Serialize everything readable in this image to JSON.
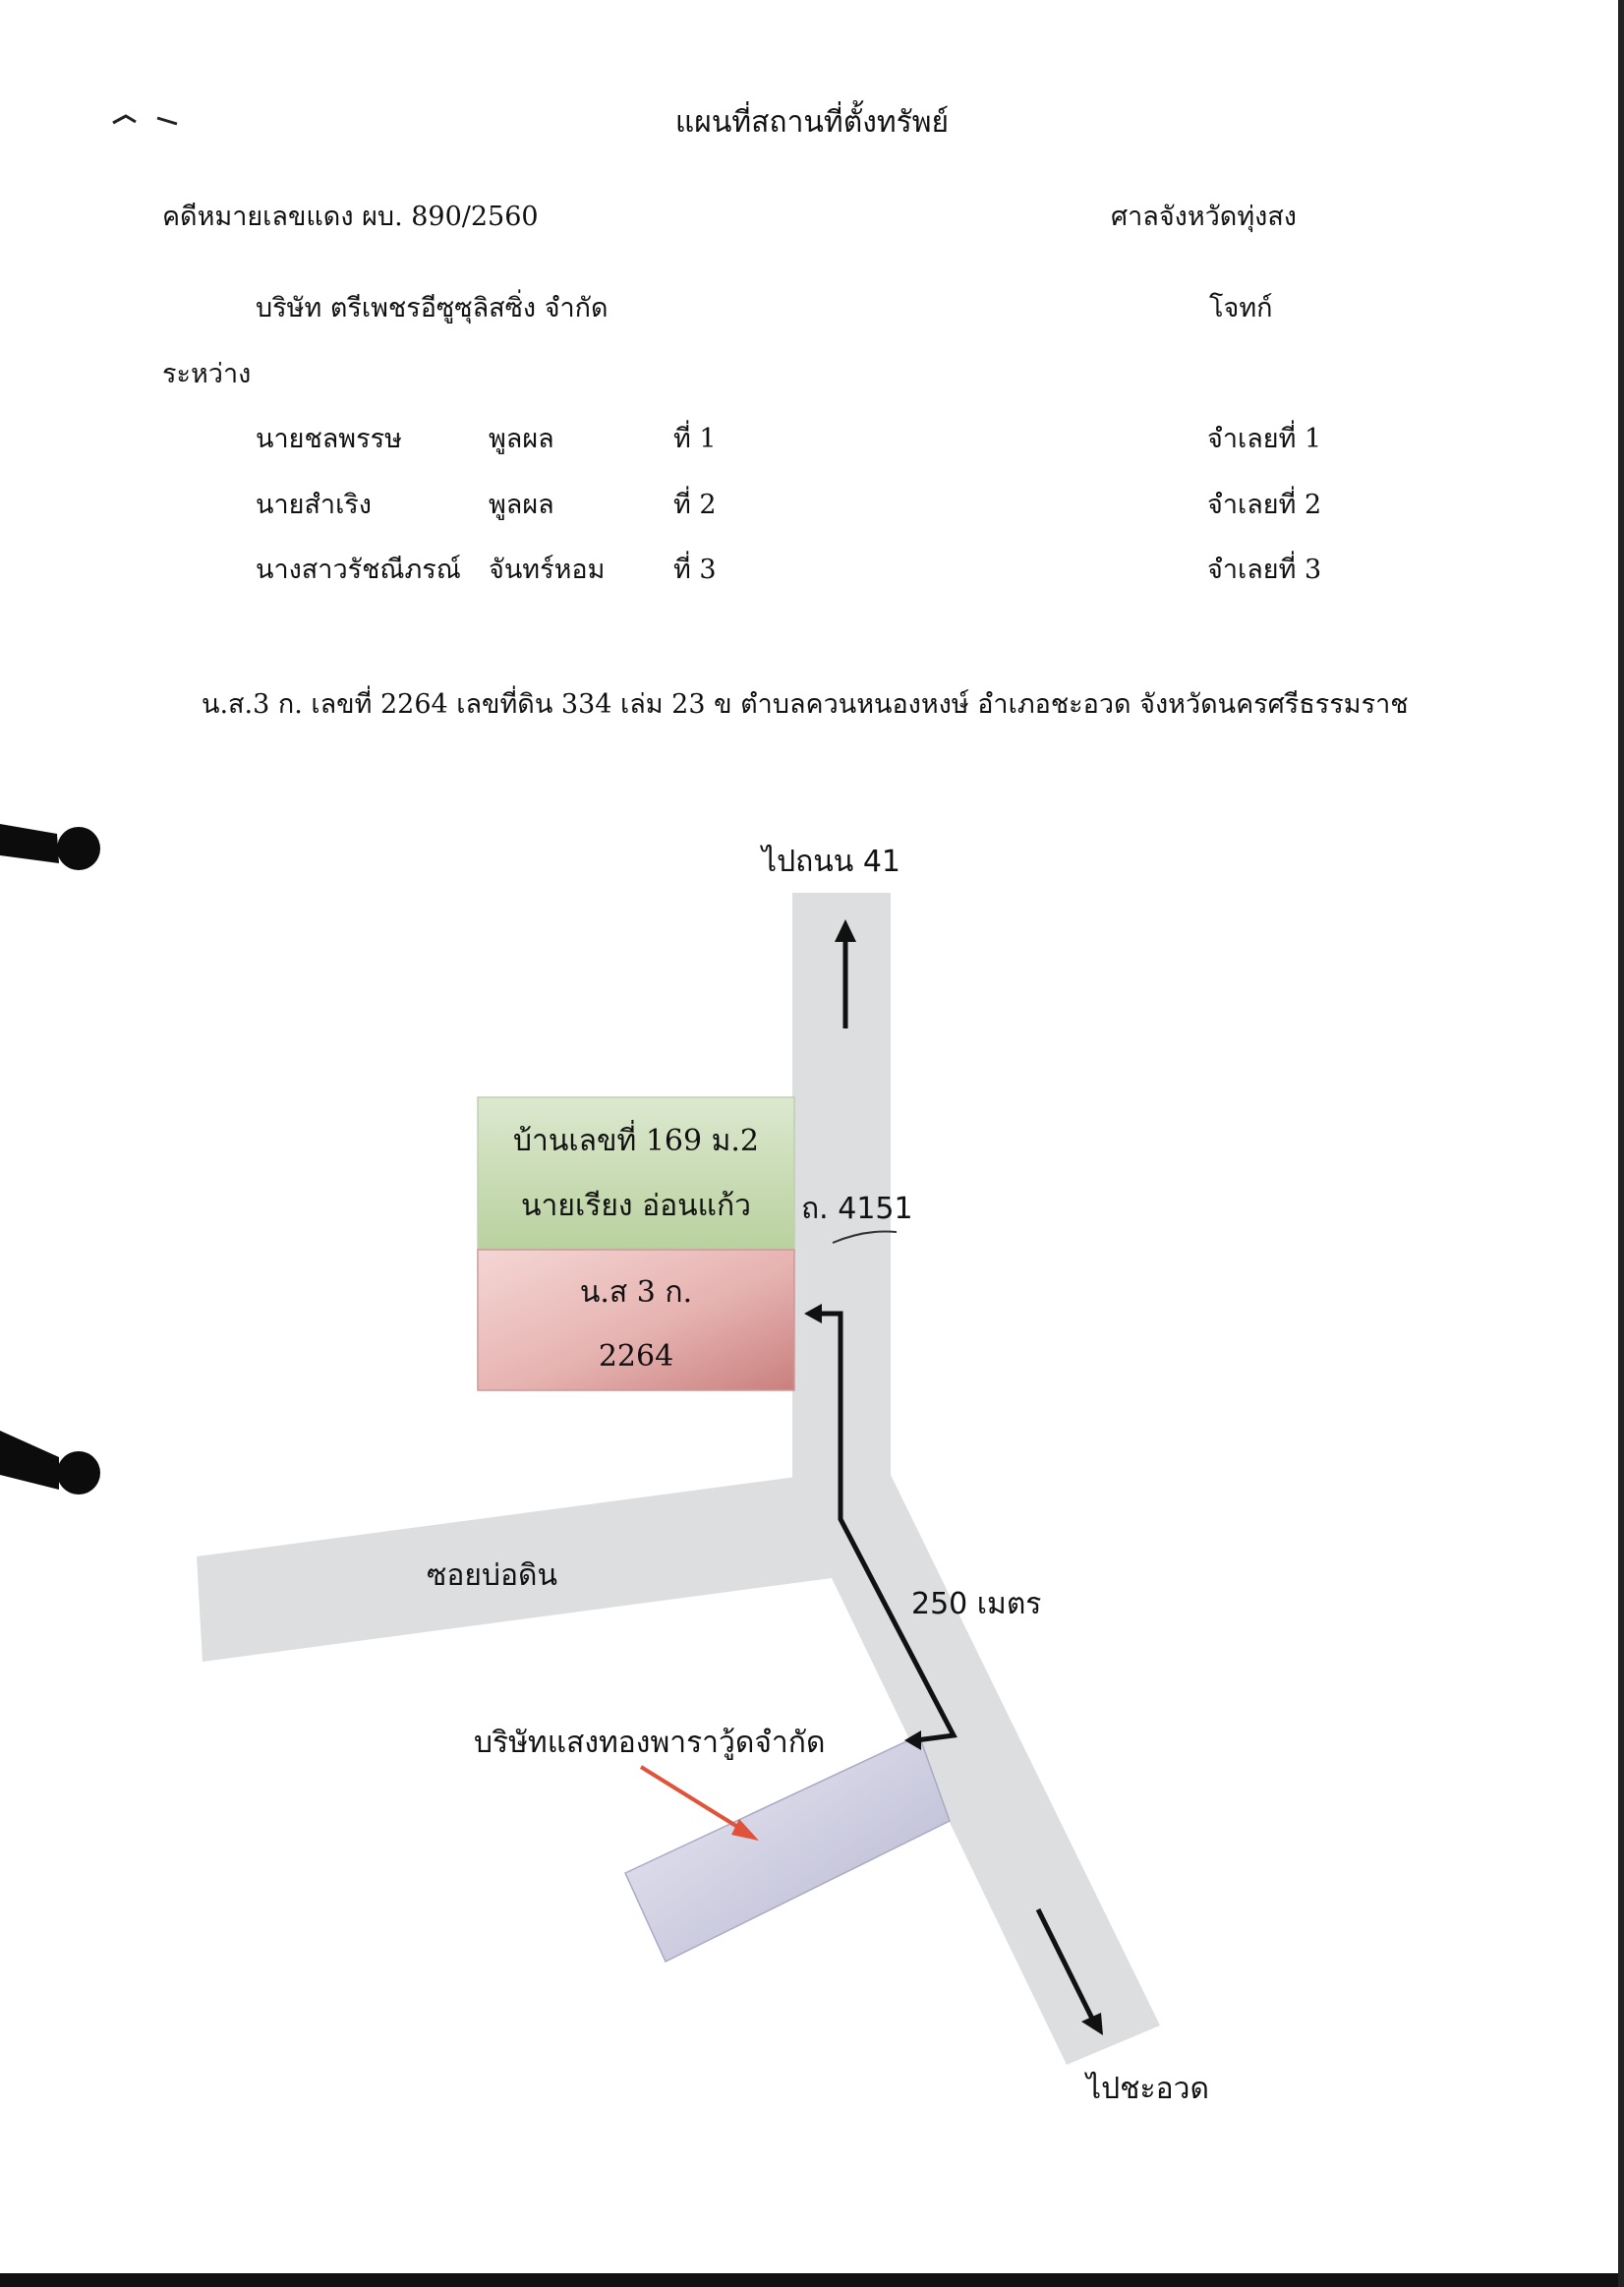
{
  "document": {
    "title": "แผนที่สถานที่ตั้งทรัพย์",
    "case_number": "คดีหมายเลขแดง ผบ. 890/2560",
    "court": "ศาลจังหวัดทุ่งสง",
    "plaintiff": {
      "name": "บริษัท ตรีเพชรอีซูซุลิสซิ่ง จำกัด",
      "role": "โจทก์"
    },
    "between_label": "ระหว่าง",
    "defendants": [
      {
        "name": "นายชลพรรษ",
        "surname": "พูลผล",
        "order": "ที่ 1",
        "role": "จำเลยที่ 1"
      },
      {
        "name": "นายสำเริง",
        "surname": "พูลผล",
        "order": "ที่ 2",
        "role": "จำเลยที่ 2"
      },
      {
        "name": "นางสาวรัชณีภรณ์",
        "surname": "จันทร์หอม",
        "order": "ที่ 3",
        "role": "จำเลยที่ 3"
      }
    ],
    "property_description": "น.ส.3 ก. เลขที่ 2264 เลขที่ดิน 334 เล่ม 23 ข ตำบลควนหนองหงษ์ อำเภอชะอวด จังหวัดนครศรีธรรมราช"
  },
  "map": {
    "to_road_41": "ไปถนน 41",
    "neighbor_house_line1": "บ้านเลขที่ 169 ม.2",
    "neighbor_house_line2": "นายเรียง อ่อนแก้ว",
    "road_name": "ถ. 4151",
    "property_line1": "น.ส 3 ก.",
    "property_line2": "2264",
    "soi_name": "ซอยบ่อดิน",
    "distance": "250 เมตร",
    "company": "บริษัทแสงทองพาราวู้ดจำกัด",
    "to_chaauat": "ไปชะอวด",
    "colors": {
      "road": "#dcdedf",
      "neighbor_fill": "#c9dcb4",
      "property_fill": "#e3a9a7",
      "company_fill": "#c9c9de",
      "arrow_red": "#e0533a"
    }
  }
}
